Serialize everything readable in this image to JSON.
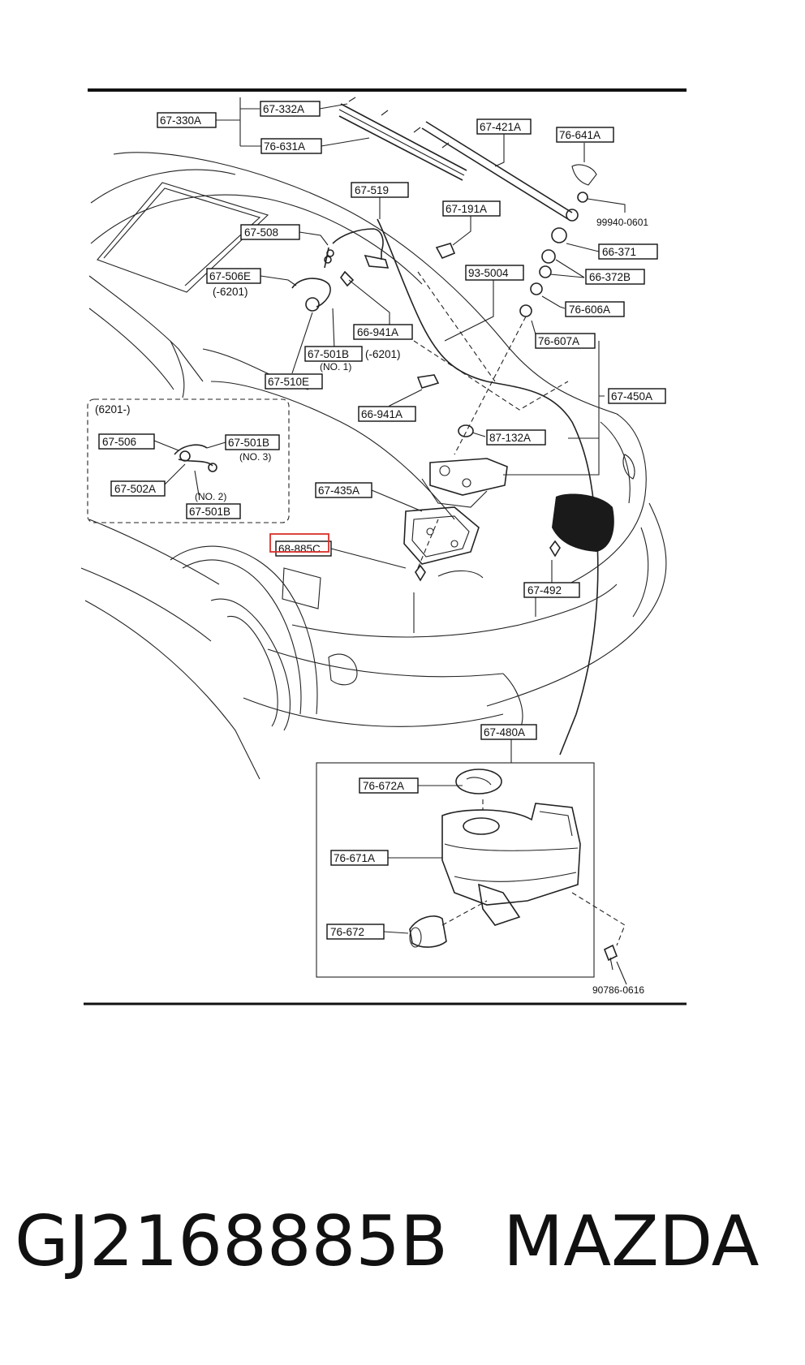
{
  "diagram": {
    "labels": {
      "l67_330A": "67-330A",
      "l67_332A": "67-332A",
      "l76_631A": "76-631A",
      "l67_421A": "67-421A",
      "l76_641A": "76-641A",
      "l99940_0601": "99940-0601",
      "l67_519": "67-519",
      "l67_191A": "67-191A",
      "l67_508": "67-508",
      "l66_371": "66-371",
      "l67_506E": "67-506E",
      "l6201_a": "(-6201)",
      "l93_5004": "93-5004",
      "l66_372B": "66-372B",
      "l76_606A": "76-606A",
      "l66_941A_a": "66-941A",
      "l76_607A": "76-607A",
      "l67_501B_a": "67-501B",
      "l6201_b": "(-6201)",
      "lno1": "(NO. 1)",
      "l67_510E": "67-510E",
      "l66_941A_b": "66-941A",
      "l67_450A": "67-450A",
      "linset": "(6201-)",
      "l67_506": "67-506",
      "l67_501B_b": "67-501B",
      "lno3": "(NO. 3)",
      "l87_132A": "87-132A",
      "l67_502A": "67-502A",
      "lno2": "(NO. 2)",
      "l67_501B_c": "67-501B",
      "l67_435A": "67-435A",
      "l68_885C": "68-885C",
      "l67_492": "67-492",
      "l67_480A": "67-480A",
      "l76_672A": "76-672A",
      "l76_671A": "76-671A",
      "l76_672": "76-672",
      "l90786_0616": "90786-0616"
    },
    "highlight_part": "68-885C",
    "highlight_color": "#d9302a"
  },
  "caption": {
    "part_number": "GJ2168885B",
    "brand": "MAZDA"
  }
}
